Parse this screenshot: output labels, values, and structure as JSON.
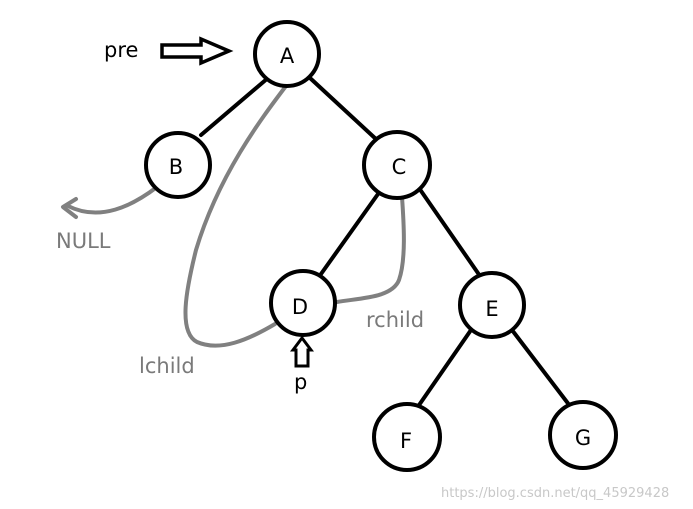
{
  "nodes": {
    "a": "A",
    "b": "B",
    "c": "C",
    "d": "D",
    "e": "E",
    "f": "F",
    "g": "G"
  },
  "labels": {
    "pre": "pre",
    "p": "p",
    "null": "NULL",
    "lchild": "lchild",
    "rchild": "rchild"
  },
  "watermark": "https://blog.csdn.net/qq_45929428",
  "colors": {
    "tree": "#000000",
    "thread": "#808080",
    "background": "#ffffff"
  }
}
